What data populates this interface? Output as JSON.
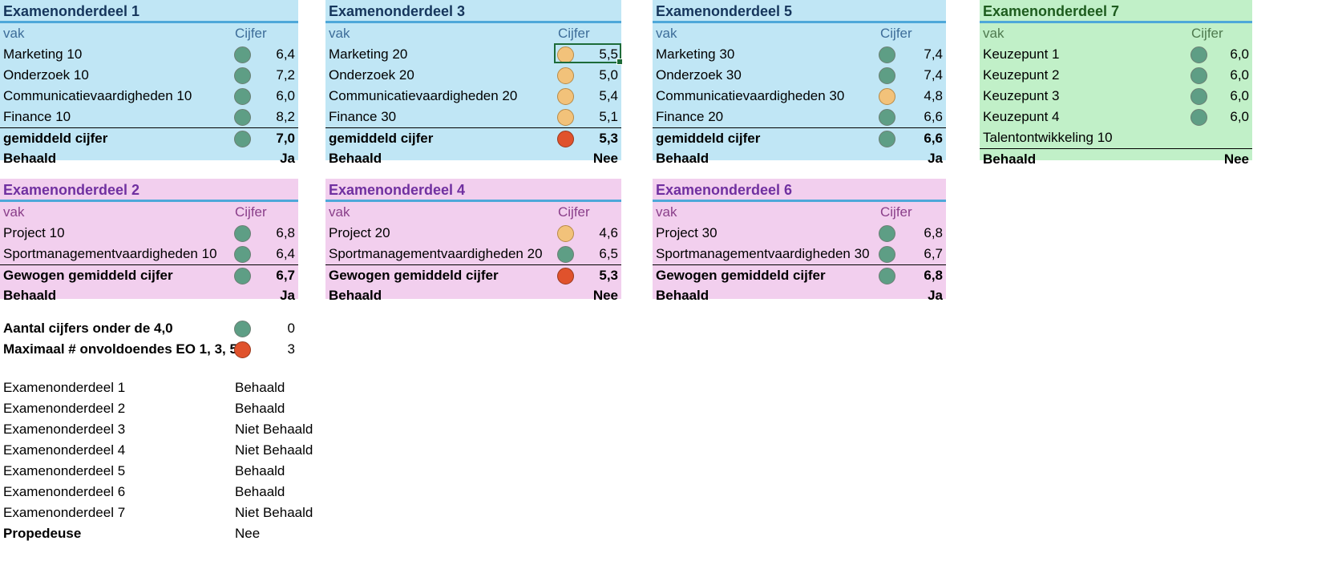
{
  "col_header_vak": "vak",
  "col_header_cijfer": "Cijfer",
  "blocks": {
    "eo1": {
      "title": "Examenonderdeel 1",
      "rows": [
        {
          "name": "Marketing 10",
          "value": "6,4"
        },
        {
          "name": "Onderzoek 10",
          "value": "7,2"
        },
        {
          "name": "Communicatievaardigheden 10",
          "value": "6,0"
        },
        {
          "name": "Finance 10",
          "value": "8,2"
        }
      ],
      "avg_label": "gemiddeld cijfer",
      "avg_value": "7,0",
      "result_label": "Behaald",
      "result_value": "Ja"
    },
    "eo3": {
      "title": "Examenonderdeel 3",
      "rows": [
        {
          "name": "Marketing 20",
          "value": "5,5"
        },
        {
          "name": "Onderzoek 20",
          "value": "5,0"
        },
        {
          "name": "Communicatievaardigheden 20",
          "value": "5,4"
        },
        {
          "name": "Finance 30",
          "value": "5,1"
        }
      ],
      "avg_label": "gemiddeld cijfer",
      "avg_value": "5,3",
      "result_label": "Behaald",
      "result_value": "Nee"
    },
    "eo5": {
      "title": "Examenonderdeel 5",
      "rows": [
        {
          "name": "Marketing 30",
          "value": "7,4"
        },
        {
          "name": "Onderzoek 30",
          "value": "7,4"
        },
        {
          "name": "Communicatievaardigheden 30",
          "value": "4,8"
        },
        {
          "name": "Finance 20",
          "value": "6,6"
        }
      ],
      "avg_label": "gemiddeld cijfer",
      "avg_value": "6,6",
      "result_label": "Behaald",
      "result_value": "Ja"
    },
    "eo7": {
      "title": "Examenonderdeel 7",
      "rows": [
        {
          "name": "Keuzepunt 1",
          "value": "6,0"
        },
        {
          "name": "Keuzepunt 2",
          "value": "6,0"
        },
        {
          "name": "Keuzepunt 3",
          "value": "6,0"
        },
        {
          "name": "Keuzepunt 4",
          "value": "6,0"
        }
      ],
      "extra_label": "Talentontwikkeling 10",
      "result_label": "Behaald",
      "result_value": "Nee"
    },
    "eo2": {
      "title": "Examenonderdeel 2",
      "rows": [
        {
          "name": "Project 10",
          "value": "6,8"
        },
        {
          "name": "Sportmanagementvaardigheden 10",
          "value": "6,4"
        }
      ],
      "avg_label": "Gewogen gemiddeld cijfer",
      "avg_value": "6,7",
      "result_label": "Behaald",
      "result_value": "Ja"
    },
    "eo4": {
      "title": "Examenonderdeel 4",
      "rows": [
        {
          "name": "Project 20",
          "value": "4,6"
        },
        {
          "name": "Sportmanagementvaardigheden 20",
          "value": "6,5"
        }
      ],
      "avg_label": "Gewogen gemiddeld cijfer",
      "avg_value": "5,3",
      "result_label": "Behaald",
      "result_value": "Nee"
    },
    "eo6": {
      "title": "Examenonderdeel 6",
      "rows": [
        {
          "name": "Project 30",
          "value": "6,8"
        },
        {
          "name": "Sportmanagementvaardigheden 30",
          "value": "6,7"
        }
      ],
      "avg_label": "Gewogen gemiddeld cijfer",
      "avg_value": "6,8",
      "result_label": "Behaald",
      "result_value": "Ja"
    }
  },
  "checks": [
    {
      "label": "Aantal cijfers onder de 4,0",
      "value": "0"
    },
    {
      "label": "Maximaal # onvoldoendes EO 1, 3, 5",
      "value": "3"
    }
  ],
  "overview": [
    {
      "label": "Examenonderdeel 1",
      "value": "Behaald"
    },
    {
      "label": "Examenonderdeel 2",
      "value": "Behaald"
    },
    {
      "label": "Examenonderdeel 3",
      "value": "Niet Behaald"
    },
    {
      "label": "Examenonderdeel 4",
      "value": "Niet Behaald"
    },
    {
      "label": "Examenonderdeel 5",
      "value": "Behaald"
    },
    {
      "label": "Examenonderdeel 6",
      "value": "Behaald"
    },
    {
      "label": "Examenonderdeel 7",
      "value": "Niet Behaald"
    }
  ],
  "final": {
    "label": "Propedeuse",
    "value": "Nee"
  },
  "colors": {
    "green": "#5e9e85",
    "orange": "#f2c27a",
    "red": "#e0522c",
    "blue_panel": "#c0e6f5",
    "pink_panel": "#f2cfee",
    "green_panel": "#c1f0c8"
  }
}
